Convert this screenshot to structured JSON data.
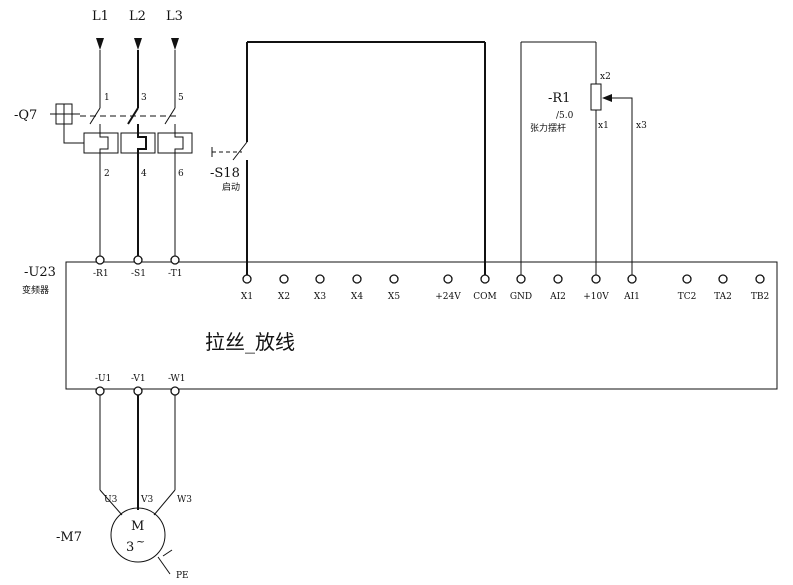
{
  "supply": {
    "phases": [
      "L1",
      "L2",
      "L3"
    ]
  },
  "breaker": {
    "tag": "-Q7",
    "top_pins": [
      "1",
      "3",
      "5"
    ],
    "bottom_pins": [
      "2",
      "4",
      "6"
    ]
  },
  "start_switch": {
    "tag": "-S18",
    "desc": "启动"
  },
  "potentiometer": {
    "tag": "-R1",
    "value": "/5.0",
    "desc": "张力摆杆",
    "pin_top": "x2",
    "pin_bottom": "x1",
    "pin_wiper": "x3"
  },
  "drive": {
    "tag": "-U23",
    "desc": "变频器",
    "title": "拉丝_放线",
    "input_terminals": [
      "-R1",
      "-S1",
      "-T1"
    ],
    "control_terminals": [
      "X1",
      "X2",
      "X3",
      "X4",
      "X5",
      "+24V",
      "COM",
      "GND",
      "AI2",
      "+10V",
      "AI1",
      "TC2",
      "TA2",
      "TB2"
    ],
    "output_terminals": [
      "-U1",
      "-V1",
      "-W1"
    ]
  },
  "motor": {
    "tag": "-M7",
    "symbol": "M",
    "phases": "3",
    "tilde": "~",
    "terminals": [
      "U3",
      "V3",
      "W3"
    ],
    "pe": "PE"
  }
}
